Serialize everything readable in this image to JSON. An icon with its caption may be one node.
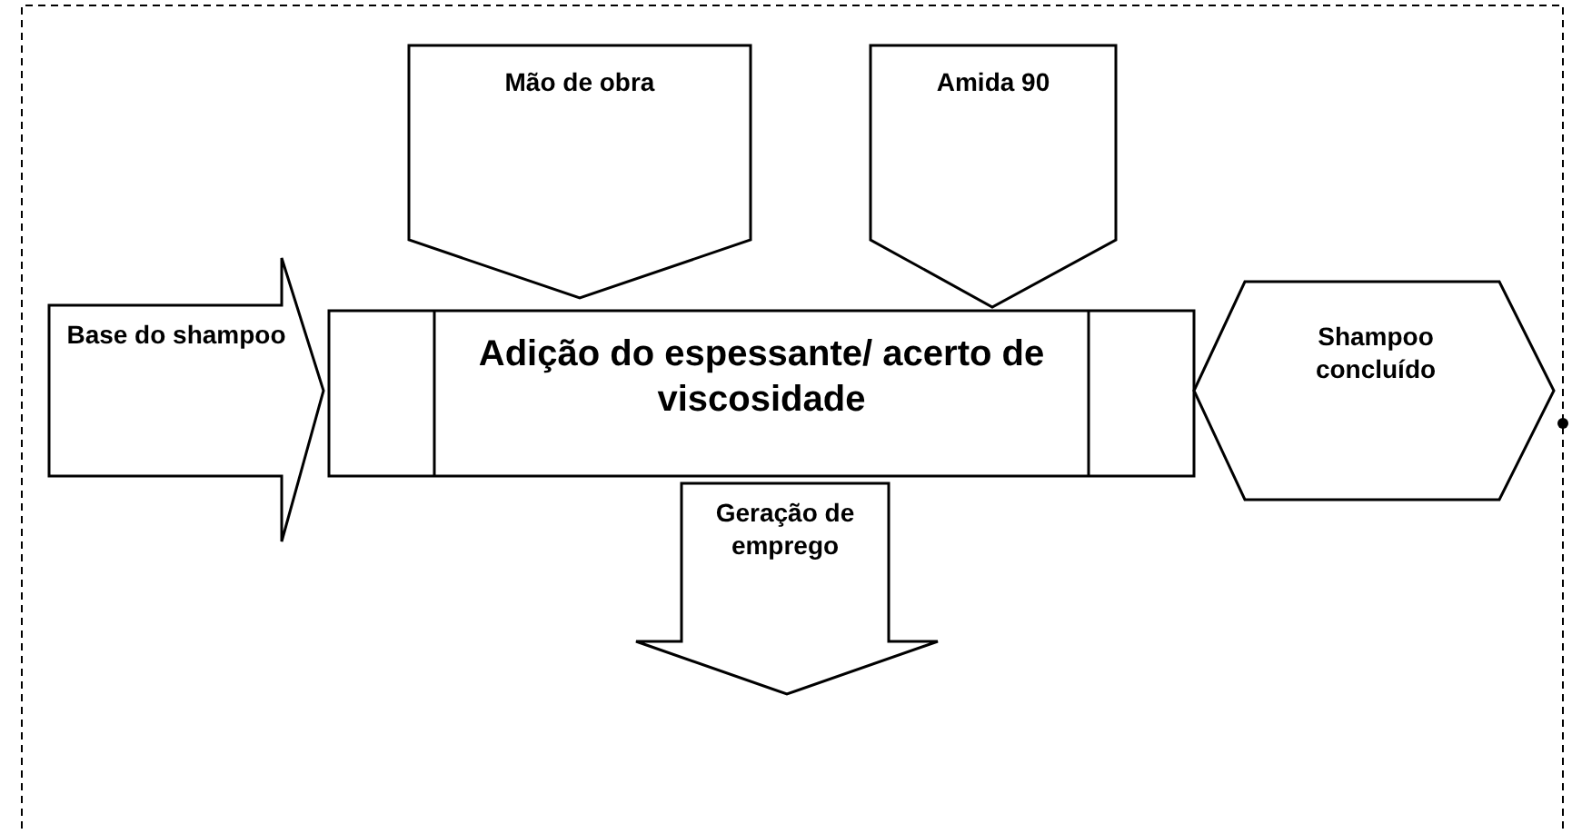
{
  "diagram": {
    "nodes": [
      {
        "text": [
          "Mão de obra"
        ]
      },
      {
        "text": [
          "Amida 90"
        ]
      },
      {
        "text": [
          "Base do shampoo"
        ]
      },
      {
        "text": [
          "Adição do espessante/ acerto de viscosidade"
        ]
      },
      {
        "text": [
          "Shampoo concluído"
        ]
      },
      {
        "text": [
          "Geração de emprego"
        ]
      }
    ]
  }
}
